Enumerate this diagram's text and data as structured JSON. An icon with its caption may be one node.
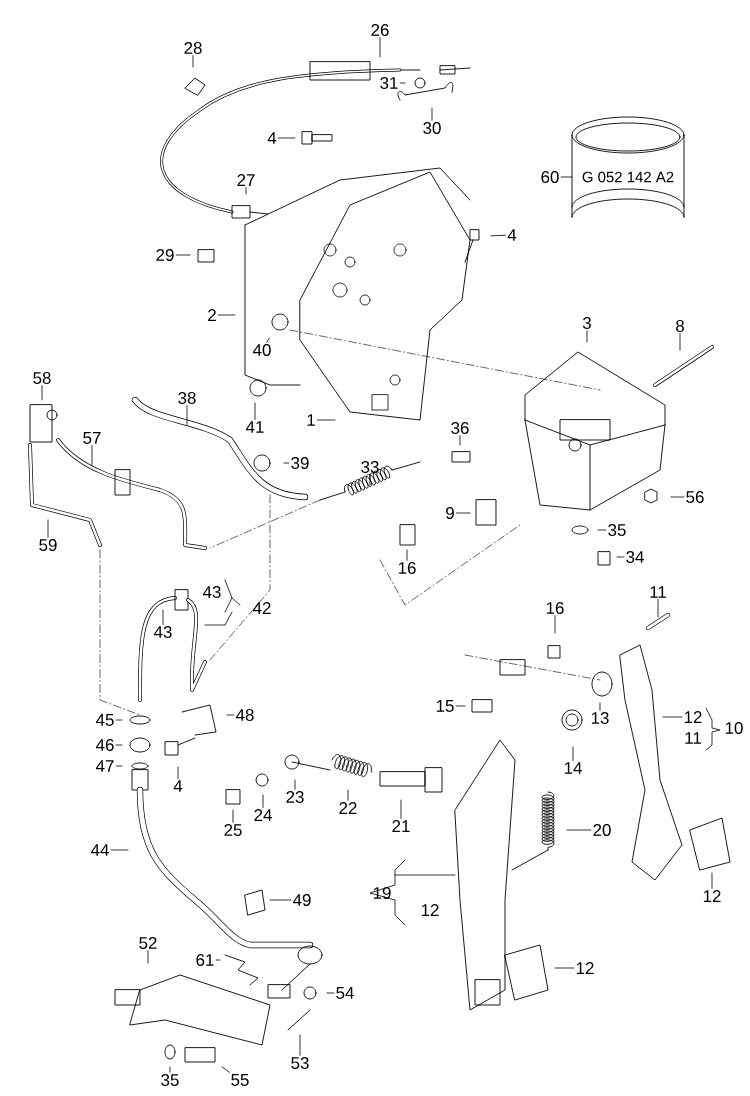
{
  "diagram": {
    "nodes": [
      {
        "text": [
          "26"
        ]
      },
      {
        "text": [
          "28"
        ]
      },
      {
        "text": [
          "31"
        ]
      },
      {
        "text": [
          "30"
        ]
      },
      {
        "text": [
          "4"
        ]
      },
      {
        "text": [
          "60"
        ]
      },
      {
        "text": [
          "G 052 142 A2"
        ]
      },
      {
        "text": [
          "27"
        ]
      },
      {
        "text": [
          "4"
        ]
      },
      {
        "text": [
          "29"
        ]
      },
      {
        "text": [
          "2"
        ]
      },
      {
        "text": [
          "40"
        ]
      },
      {
        "text": [
          "3"
        ]
      },
      {
        "text": [
          "8"
        ]
      },
      {
        "text": [
          "58"
        ]
      },
      {
        "text": [
          "38"
        ]
      },
      {
        "text": [
          "41"
        ]
      },
      {
        "text": [
          "1"
        ]
      },
      {
        "text": [
          "36"
        ]
      },
      {
        "text": [
          "57"
        ]
      },
      {
        "text": [
          "39"
        ]
      },
      {
        "text": [
          "33"
        ]
      },
      {
        "text": [
          "56"
        ]
      },
      {
        "text": [
          "9"
        ]
      },
      {
        "text": [
          "35"
        ]
      },
      {
        "text": [
          "59"
        ]
      },
      {
        "text": [
          "34"
        ]
      },
      {
        "text": [
          "16"
        ]
      },
      {
        "text": [
          "11"
        ]
      },
      {
        "text": [
          "16"
        ]
      },
      {
        "text": [
          "43"
        ]
      },
      {
        "text": [
          "15"
        ]
      },
      {
        "text": [
          "13"
        ]
      },
      {
        "text": [
          "12"
        ]
      },
      {
        "text": [
          "48"
        ]
      },
      {
        "text": [
          "45"
        ]
      },
      {
        "text": [
          "46"
        ]
      },
      {
        "text": [
          "47"
        ]
      },
      {
        "text": [
          "14"
        ]
      },
      {
        "text": [
          "4"
        ]
      },
      {
        "text": [
          "23"
        ]
      },
      {
        "text": [
          "22"
        ]
      },
      {
        "text": [
          "25"
        ]
      },
      {
        "text": [
          "24"
        ]
      },
      {
        "text": [
          "21"
        ]
      },
      {
        "text": [
          "20"
        ]
      },
      {
        "text": [
          "44"
        ]
      },
      {
        "text": [
          "12"
        ]
      },
      {
        "text": [
          "49"
        ]
      },
      {
        "text": [
          "52"
        ]
      },
      {
        "text": [
          "61"
        ]
      },
      {
        "text": [
          "12"
        ]
      },
      {
        "text": [
          "54"
        ]
      },
      {
        "text": [
          "53"
        ]
      },
      {
        "text": [
          "35"
        ]
      },
      {
        "text": [
          "55"
        ]
      }
    ],
    "edges": [
      {
        "from": 0,
        "to": null,
        "arrow": "none"
      },
      {
        "from": 1,
        "to": null,
        "arrow": "none"
      },
      {
        "from": 2,
        "to": null,
        "arrow": "none"
      },
      {
        "from": 3,
        "to": null,
        "arrow": "none"
      },
      {
        "from": 4,
        "to": null,
        "arrow": "none"
      },
      {
        "from": 5,
        "to": 6,
        "arrow": "none"
      },
      {
        "from": 7,
        "to": null,
        "arrow": "none"
      },
      {
        "from": 8,
        "to": null,
        "arrow": "none"
      },
      {
        "from": 9,
        "to": null,
        "arrow": "none"
      },
      {
        "from": 10,
        "to": null,
        "arrow": "none"
      },
      {
        "from": 11,
        "to": null,
        "arrow": "none"
      },
      {
        "from": 12,
        "to": null,
        "arrow": "none"
      },
      {
        "from": 13,
        "to": null,
        "arrow": "none"
      },
      {
        "from": 14,
        "to": null,
        "arrow": "none"
      },
      {
        "from": 15,
        "to": null,
        "arrow": "none"
      },
      {
        "from": 16,
        "to": null,
        "arrow": "none"
      },
      {
        "from": 17,
        "to": null,
        "arrow": "none"
      },
      {
        "from": 18,
        "to": null,
        "arrow": "none"
      },
      {
        "from": 19,
        "to": null,
        "arrow": "none"
      },
      {
        "from": 20,
        "to": null,
        "arrow": "none"
      },
      {
        "from": 21,
        "to": null,
        "arrow": "none"
      },
      {
        "from": 22,
        "to": null,
        "arrow": "none"
      },
      {
        "from": 23,
        "to": null,
        "arrow": "none"
      },
      {
        "from": 24,
        "to": null,
        "arrow": "none"
      },
      {
        "from": 25,
        "to": null,
        "arrow": "none"
      },
      {
        "from": 26,
        "to": null,
        "arrow": "none"
      },
      {
        "from": 27,
        "to": null,
        "arrow": "none"
      },
      {
        "from": 28,
        "to": null,
        "arrow": "none"
      },
      {
        "from": 29,
        "to": null,
        "arrow": "none"
      },
      {
        "from": 30,
        "to": null,
        "arrow": "none"
      },
      {
        "from": 31,
        "to": null,
        "arrow": "none"
      },
      {
        "from": 32,
        "to": null,
        "arrow": "none"
      },
      {
        "from": 33,
        "to": null,
        "arrow": "none"
      },
      {
        "from": 34,
        "to": null,
        "arrow": "none"
      },
      {
        "from": 35,
        "to": null,
        "arrow": "none"
      },
      {
        "from": 36,
        "to": null,
        "arrow": "none"
      },
      {
        "from": 37,
        "to": null,
        "arrow": "none"
      },
      {
        "from": 38,
        "to": null,
        "arrow": "none"
      },
      {
        "from": 39,
        "to": null,
        "arrow": "none"
      },
      {
        "from": 40,
        "to": null,
        "arrow": "none"
      },
      {
        "from": 41,
        "to": null,
        "arrow": "none"
      },
      {
        "from": 42,
        "to": null,
        "arrow": "none"
      },
      {
        "from": 43,
        "to": null,
        "arrow": "none"
      },
      {
        "from": 44,
        "to": null,
        "arrow": "none"
      },
      {
        "from": 45,
        "to": null,
        "arrow": "none"
      },
      {
        "from": 46,
        "to": null,
        "arrow": "none"
      },
      {
        "from": 47,
        "to": null,
        "arrow": "none"
      },
      {
        "from": 48,
        "to": null,
        "arrow": "none"
      },
      {
        "from": 49,
        "to": null,
        "arrow": "none"
      },
      {
        "from": 50,
        "to": null,
        "arrow": "none"
      },
      {
        "from": 51,
        "to": null,
        "arrow": "none"
      },
      {
        "from": 52,
        "to": null,
        "arrow": "none"
      },
      {
        "from": 53,
        "to": null,
        "arrow": "none"
      },
      {
        "from": 54,
        "to": null,
        "arrow": "none"
      },
      {
        "from": 55,
        "to": null,
        "arrow": "none"
      }
    ],
    "labels": [
      "43",
      "42",
      "11",
      "10",
      "19",
      "12"
    ]
  }
}
